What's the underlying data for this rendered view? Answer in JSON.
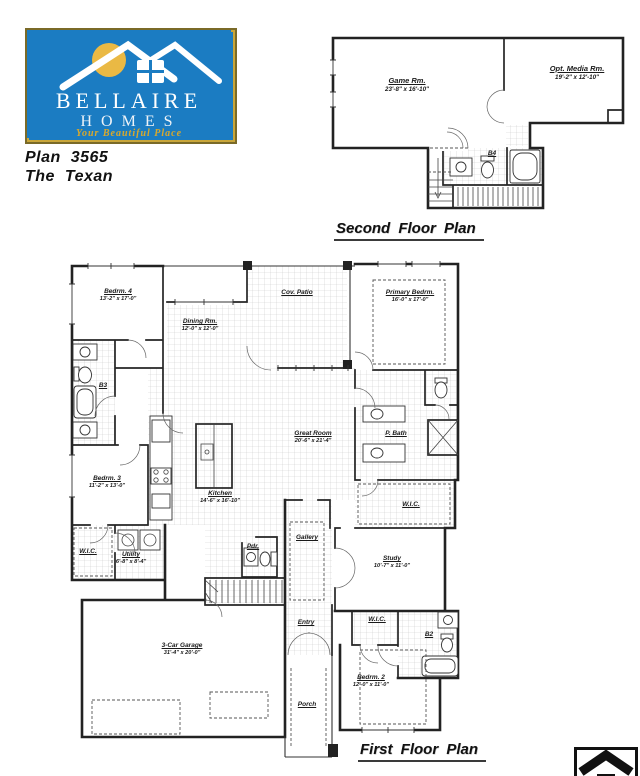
{
  "brand": {
    "name_top": "BELLAIRE",
    "name_bottom": "HOMES",
    "tagline": "Your Beautiful Place",
    "blue": "#1b7cc2",
    "gold": "#d9a92c",
    "sun": "#eab944"
  },
  "plan": {
    "line1": "Plan 3565",
    "line2": "The Texan"
  },
  "second_floor": {
    "title": "Second Floor Plan",
    "rooms": {
      "game": {
        "name": "Game Rm.",
        "dims": "23'-8\" x 16'-10\""
      },
      "media": {
        "name": "Opt. Media Rm.",
        "dims": "19'-2\" x 12'-10\""
      },
      "bath4": {
        "name": "B4"
      }
    }
  },
  "first_floor": {
    "title": "First Floor Plan",
    "rooms": {
      "bedrm4": {
        "name": "Bedrm. 4",
        "dims": "13'-2\" x 17'-0\""
      },
      "dining": {
        "name": "Dining Rm.",
        "dims": "12'-0\" x 12'-0\""
      },
      "patio": {
        "name": "Cov. Patio"
      },
      "primary": {
        "name": "Primary Bedrm.",
        "dims": "16'-0\" x 17'-0\""
      },
      "bath3": {
        "name": "B3"
      },
      "bedrm3": {
        "name": "Bedrm. 3",
        "dims": "11'-2\" x 13'-0\""
      },
      "kitchen": {
        "name": "Kitchen",
        "dims": "14'-6\" x 16'-10\""
      },
      "great": {
        "name": "Great Room",
        "dims": "20'-6\" x 21'-4\""
      },
      "pbath": {
        "name": "P. Bath"
      },
      "wic_primary": {
        "name": "W.I.C."
      },
      "wic_bed3": {
        "name": "W.I.C."
      },
      "utility": {
        "name": "Utility",
        "dims": "6'-8\" x 8'-4\""
      },
      "pdr": {
        "name": "Pdr."
      },
      "gallery": {
        "name": "Gallery"
      },
      "study": {
        "name": "Study",
        "dims": "10'-7\" x 11'-0\""
      },
      "entry": {
        "name": "Entry"
      },
      "wic_bed2": {
        "name": "W.I.C."
      },
      "bath2": {
        "name": "B2"
      },
      "garage": {
        "name": "3-Car Garage",
        "dims": "31'-4\" x 20'-0\""
      },
      "bedrm2": {
        "name": "Bedrm. 2",
        "dims": "12'-0\" x 11'-0\""
      },
      "porch": {
        "name": "Porch"
      }
    }
  }
}
